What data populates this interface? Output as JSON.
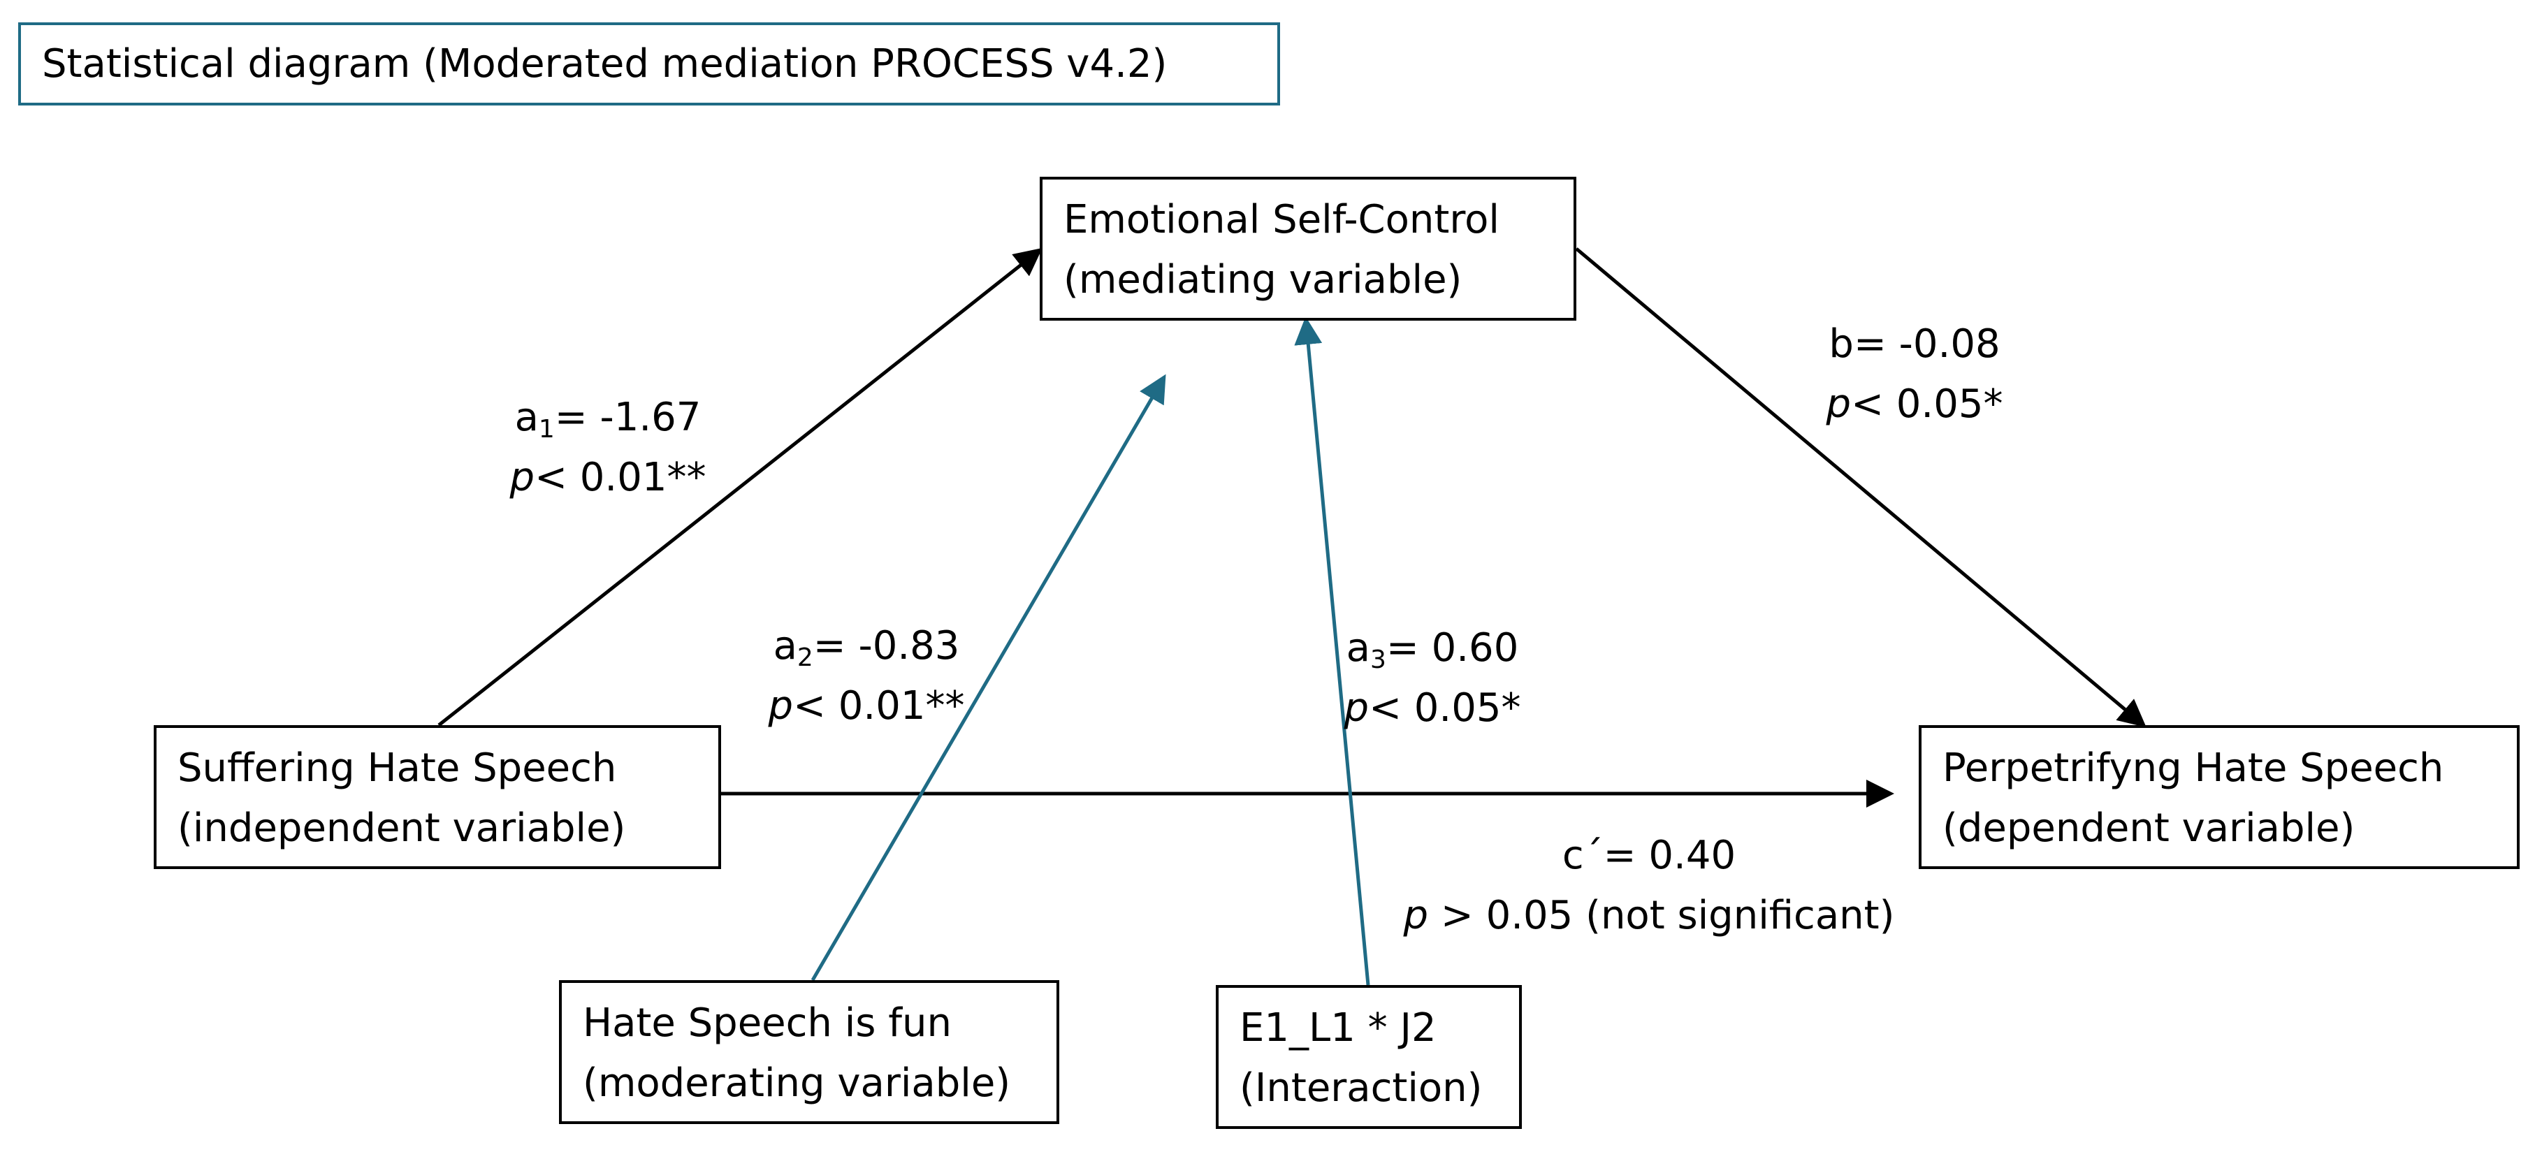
{
  "title": "Statistical diagram (Moderated mediation PROCESS v4.2)",
  "colors": {
    "main_path": "#000000",
    "moderator_path": "#1f6b85",
    "title_border": "#1f6b85"
  },
  "nodes": {
    "mediator": {
      "line1": "Emotional Self-Control",
      "line2": "(mediating variable)"
    },
    "independent": {
      "line1": "Suffering Hate Speech",
      "line2": "(independent variable)"
    },
    "dependent": {
      "line1": "Perpetrifyng Hate Speech",
      "line2": "(dependent variable)"
    },
    "moderator": {
      "line1": "Hate Speech is fun",
      "line2": "(moderating variable)"
    },
    "interaction": {
      "line1": "E1_L1 * J2",
      "line2": "(Interaction)"
    }
  },
  "paths": {
    "a1": {
      "letter": "a",
      "sub": "1",
      "value": "= -1.67",
      "p_symbol": "p",
      "p_text": "< 0.01**"
    },
    "a2": {
      "letter": "a",
      "sub": "2",
      "value": "= -0.83",
      "p_symbol": "p",
      "p_text": "< 0.01**"
    },
    "a3": {
      "letter": "a",
      "sub": "3",
      "value": "= 0.60",
      "p_symbol": "p",
      "p_text": "< 0.05*"
    },
    "b": {
      "label": "b= -0.08",
      "p_symbol": "p",
      "p_text": "< 0.05*"
    },
    "c_prime": {
      "label": "c´= 0.40",
      "p_symbol": "p",
      "p_text": " > 0.05 (not  significant)"
    }
  }
}
